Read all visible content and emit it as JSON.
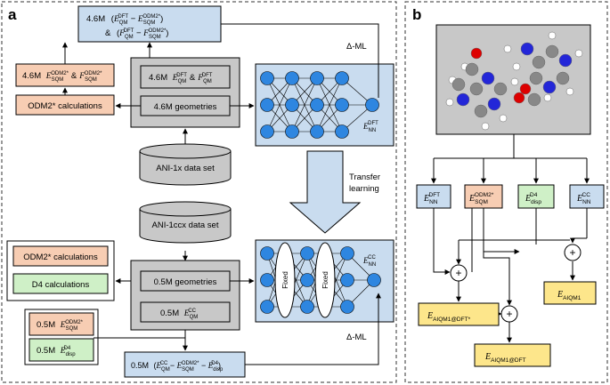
{
  "panels": {
    "a": {
      "label": "a"
    },
    "b": {
      "label": "b"
    }
  },
  "colors": {
    "blue": "#c9dcef",
    "orange": "#f7cdb3",
    "green": "#cff0c7",
    "gray": "#c8c8c8",
    "yellow": "#fde68b",
    "node": "#2e86e0",
    "stroke": "#000000"
  },
  "panel_a": {
    "top_delta_box": {
      "line1_prefix": "4.6M",
      "line2_prefix": "&"
    },
    "sqm_box": {
      "prefix": "4.6M",
      "mid": "&"
    },
    "odm2_top": {
      "label": "ODM2* calculations"
    },
    "dft_box": {
      "prefix": "4.6M",
      "mid": "&"
    },
    "geom_top": {
      "label": "4.6M geometries"
    },
    "ani1x": {
      "label": "ANI-1x data set"
    },
    "transfer": {
      "line1": "Transfer",
      "line2": "learning"
    },
    "ani1ccx": {
      "label": "ANI-1ccx data set"
    },
    "delta_ml_top": "Δ-ML",
    "delta_ml_bottom": "Δ-ML",
    "odm2_bottom": {
      "label": "ODM2* calculations"
    },
    "d4": {
      "label": "D4 calculations"
    },
    "geom_bottom": {
      "label": "0.5M geometries"
    },
    "cc_box": {
      "prefix": "0.5M"
    },
    "sqm_small": {
      "prefix": "0.5M"
    },
    "disp_small": {
      "prefix": "0.5M"
    },
    "bottom_delta_box": {
      "prefix": "0.5M"
    },
    "fixed": [
      "Fixed",
      "Fixed"
    ]
  },
  "panel_b": {
    "plus": "+"
  }
}
